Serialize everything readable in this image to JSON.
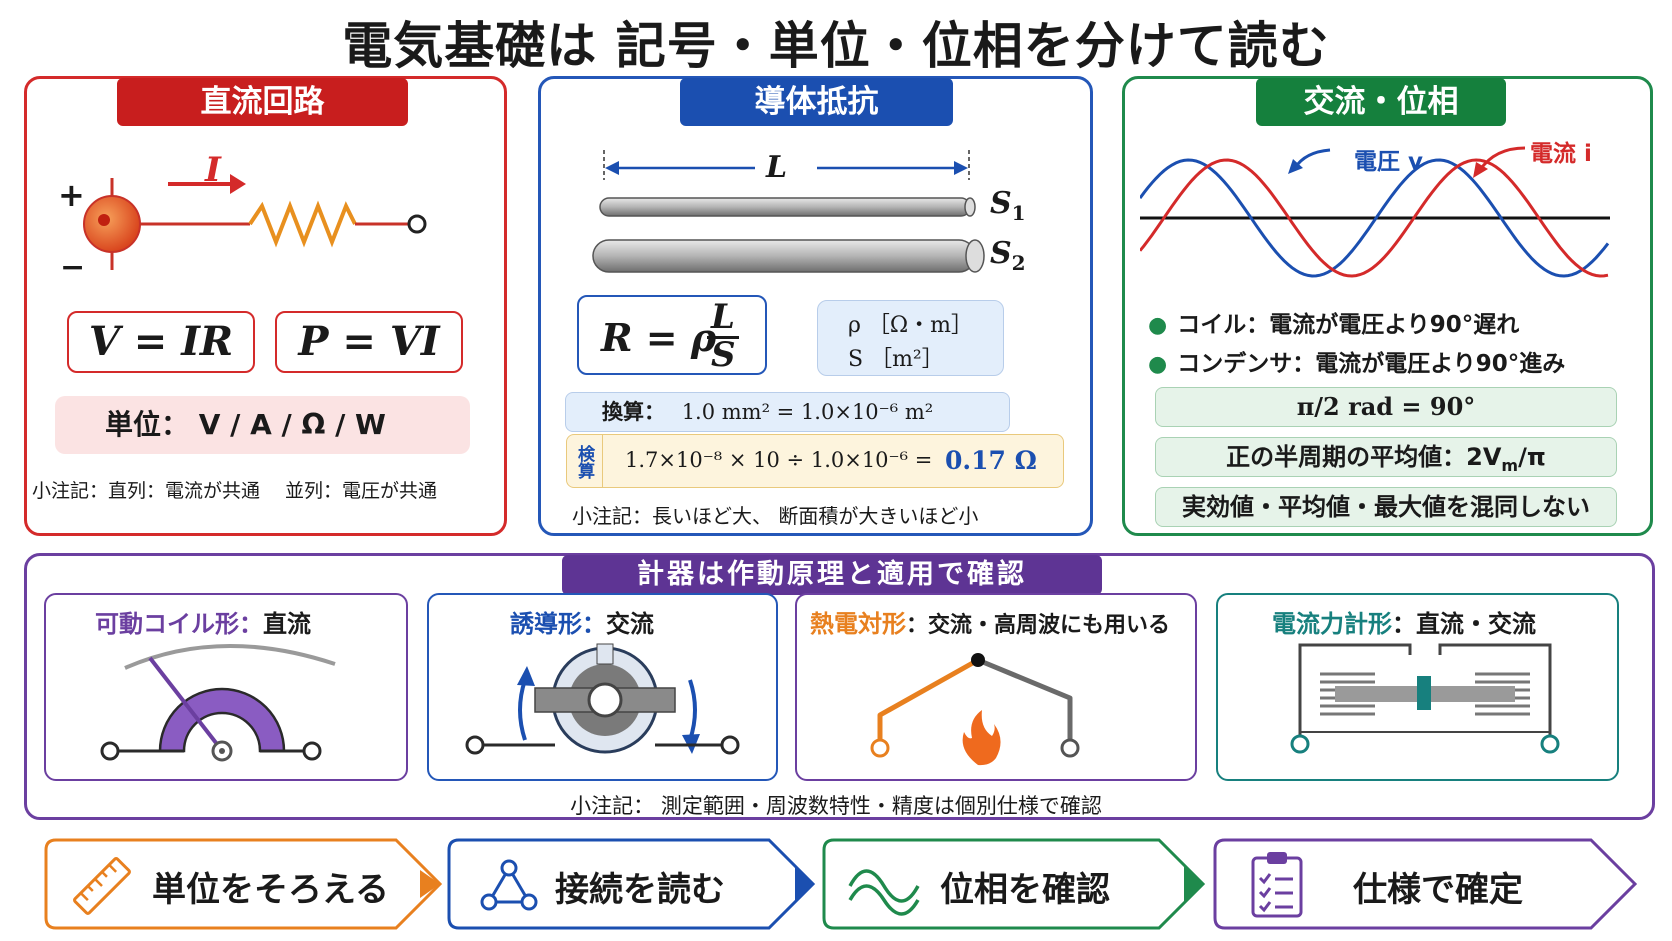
{
  "title": "電気基礎は 記号・単位・位相を分けて読む",
  "dc": {
    "tab": "直流回路",
    "plus": "+",
    "minus": "−",
    "current_symbol": "I",
    "formula1": "V = IR",
    "formula2": "P = VI",
    "units": "単位：  V / A / Ω / W",
    "note": "小注記：直列：電流が共通　 並列：電圧が共通"
  },
  "resistance": {
    "tab": "導体抵抗",
    "length_label": "L",
    "s1": "S",
    "s1_sub": "1",
    "s2": "S",
    "s2_sub": "2",
    "formula_lhs": "R = ρ",
    "formula_num": "L",
    "formula_den": "S",
    "unit_rho": "ρ ［Ω・m］",
    "unit_s": "S ［m²］",
    "conversion_label": "換算：",
    "conversion": "1.0 mm² = 1.0×10⁻⁶ m²",
    "check_label": "検算",
    "check_expr": "1.7×10⁻⁸ × 10 ÷ 1.0×10⁻⁶ =",
    "check_result": "0.17 Ω",
    "note": "小注記：長いほど大、 断面積が大きいほど小"
  },
  "ac": {
    "tab": "交流・位相",
    "voltage_label": "電圧 v",
    "current_label": "電流 i",
    "bullets": [
      "コイル：電流が電圧より90°遅れ",
      "コンデンサ：電流が電圧より90°進み"
    ],
    "box1": "π/2 rad = 90°",
    "box2": "正の半周期の平均値：2V",
    "box2_sub": "m",
    "box2_tail": "/π",
    "box3": "実効値・平均値・最大値を混同しない"
  },
  "meters": {
    "tab": "計器は作動原理と適用で確認",
    "items": [
      {
        "name": "可動コイル形",
        "sep": "：",
        "use": "直流"
      },
      {
        "name": "誘導形",
        "sep": "：",
        "use": "交流"
      },
      {
        "name": "熱電対形",
        "sep": "：",
        "use": "交流・高周波にも用いる"
      },
      {
        "name": "電流力計形",
        "sep": "：",
        "use": "直流・交流"
      }
    ],
    "note": "小注記：  測定範囲・周波数特性・精度は個別仕様で確認"
  },
  "steps": [
    {
      "label": "単位をそろえる",
      "icon": "ruler-icon"
    },
    {
      "label": "接続を読む",
      "icon": "network-icon"
    },
    {
      "label": "位相を確認",
      "icon": "wave-icon"
    },
    {
      "label": "仕様で確定",
      "icon": "clipboard-icon"
    }
  ],
  "colors": {
    "dc": "#d42a2a",
    "resistance": "#2457b8",
    "ac": "#1f8a4c",
    "meters": "#6b3fa0",
    "orange": "#e8801f",
    "teal": "#17807e"
  }
}
